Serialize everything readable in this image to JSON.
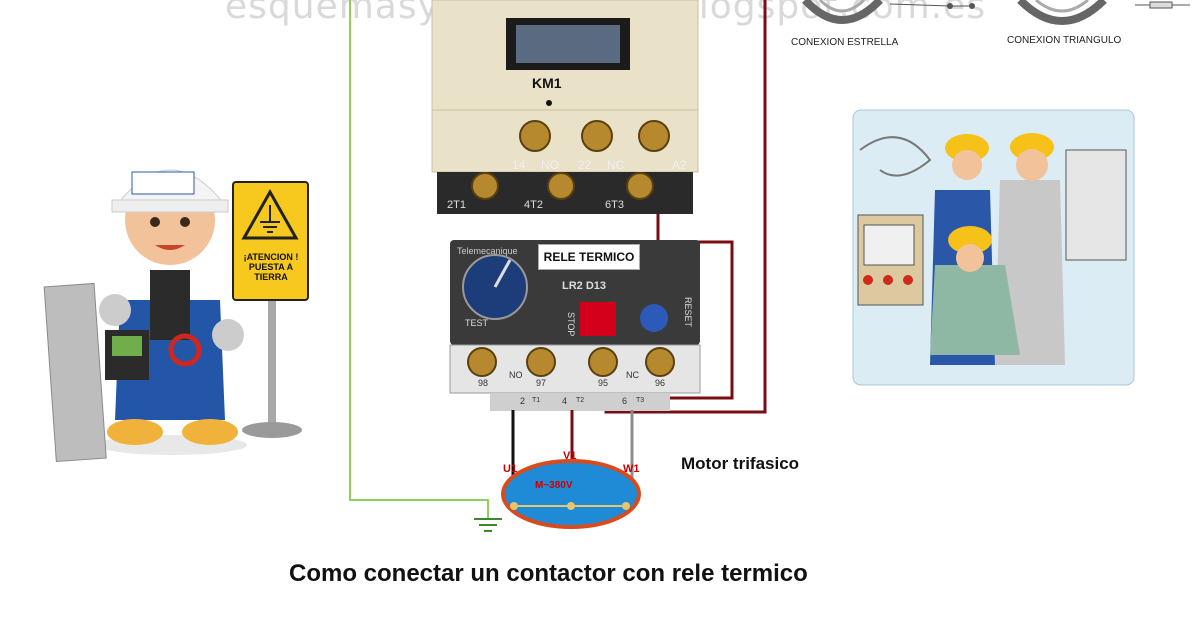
{
  "watermark": "esquemasyelectricidad.blogspot.com.es",
  "connections": {
    "star": "CONEXION ESTRELLA",
    "delta": "CONEXION TRIANGULO"
  },
  "contactor": {
    "label": "KM1",
    "aux_terminals": [
      "14",
      "NO",
      "22",
      "NC",
      "A2"
    ],
    "power_terminals": [
      "2T1",
      "4T2",
      "6T3"
    ]
  },
  "relay": {
    "label": "RELE TERMICO",
    "brand": "Telemecanique",
    "model": "LR2 D13",
    "test": "TEST",
    "reset": "RESET",
    "stop": "STOP",
    "contacts": [
      "98",
      "97",
      "95",
      "96"
    ],
    "contact_labels": [
      "NO",
      "NC"
    ],
    "outputs": [
      "2",
      "T1",
      "4",
      "T2",
      "6",
      "T3"
    ]
  },
  "motor": {
    "title": "Motor trifasico",
    "nameplate": "M~380V",
    "phases": [
      "U1",
      "V1",
      "W1"
    ]
  },
  "sign": {
    "text_line1": "¡ATENCION !",
    "text_line2": "PUESTA A",
    "text_line3": "TIERRA"
  },
  "caption": "Como conectar un contactor con  rele termico",
  "colors": {
    "ground_wire": "#8fd05a",
    "control_wire": "#7a0c14",
    "phase_black": "#111111",
    "phase_red": "#7a0c14",
    "phase_grey": "#8c8c8c",
    "motor_fill": "#1f8bd6",
    "motor_border": "#d94b1c"
  }
}
